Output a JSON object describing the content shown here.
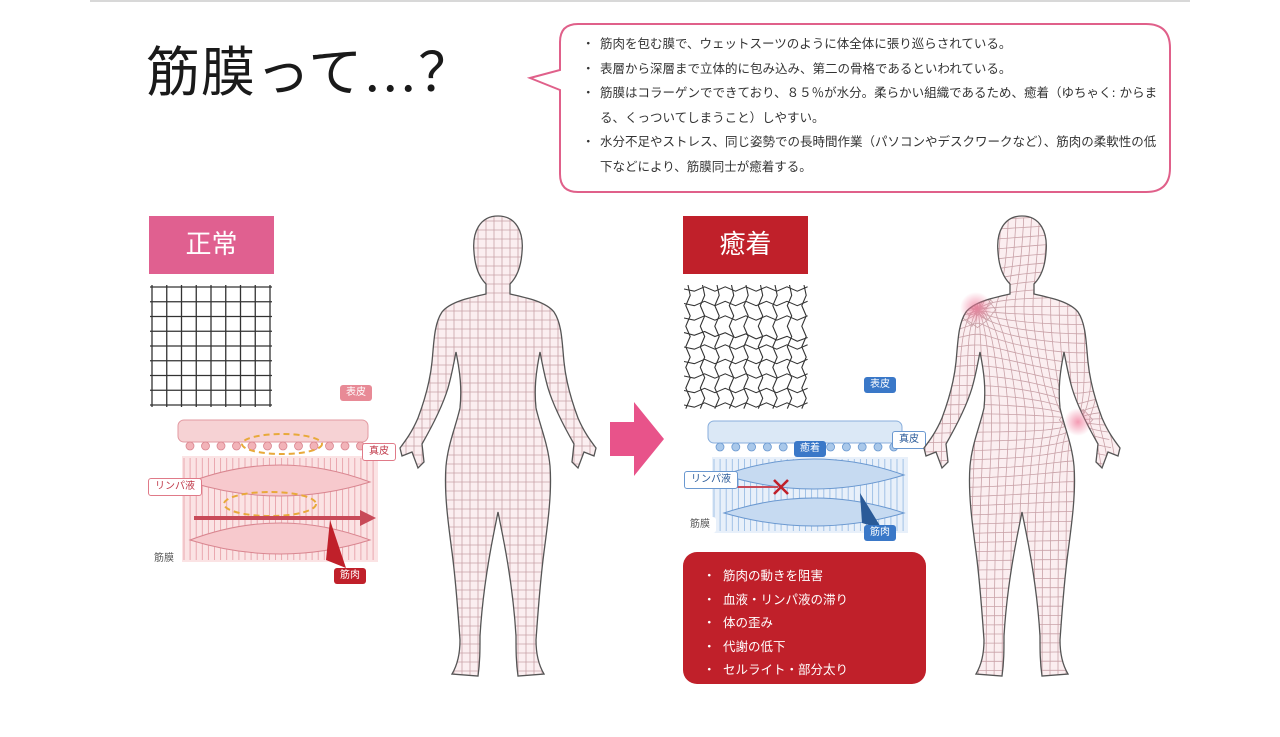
{
  "title": "筋膜って…？",
  "bubble": {
    "items": [
      "筋肉を包む膜で、ウェットスーツのように体全体に張り巡らされている。",
      "表層から深層まで立体的に包み込み、第二の骨格であるといわれている。",
      "筋膜はコラーゲンでできており、８５％が水分。柔らかい組織であるため、癒着（ゆちゃく: からまる、くっついてしまうこと）しやすい。",
      "水分不足やストレス、同じ姿勢での長時間作業（パソコンやデスクワークなど）、筋肉の柔軟性の低下などにより、筋膜同士が癒着する。"
    ]
  },
  "normal": {
    "label": "正常",
    "tags": {
      "epidermis": "表皮",
      "dermis": "真皮",
      "lymph": "リンパ液",
      "fascia": "筋膜",
      "muscle": "筋肉"
    }
  },
  "adhesion": {
    "label": "癒着",
    "tags": {
      "epidermis": "表皮",
      "dermis": "真皮",
      "lymph": "リンパ液",
      "fascia": "筋膜",
      "muscle": "筋肉",
      "adhesion": "癒着"
    },
    "effects": [
      "筋肉の動きを阻害",
      "血液・リンパ液の滞り",
      "体の歪み",
      "代謝の低下",
      "セルライト・部分太り"
    ]
  },
  "colors": {
    "normal_accent": "#e06090",
    "adhesion_accent": "#c0202a",
    "bubble_border": "#e0608a",
    "arrow": "#e8538a",
    "normal_tissue": "#f2b3b8",
    "adhesion_tissue": "#a9c8ea"
  },
  "icons": {
    "arrow": "right-arrow-icon",
    "blocked": "x-mark-icon"
  }
}
